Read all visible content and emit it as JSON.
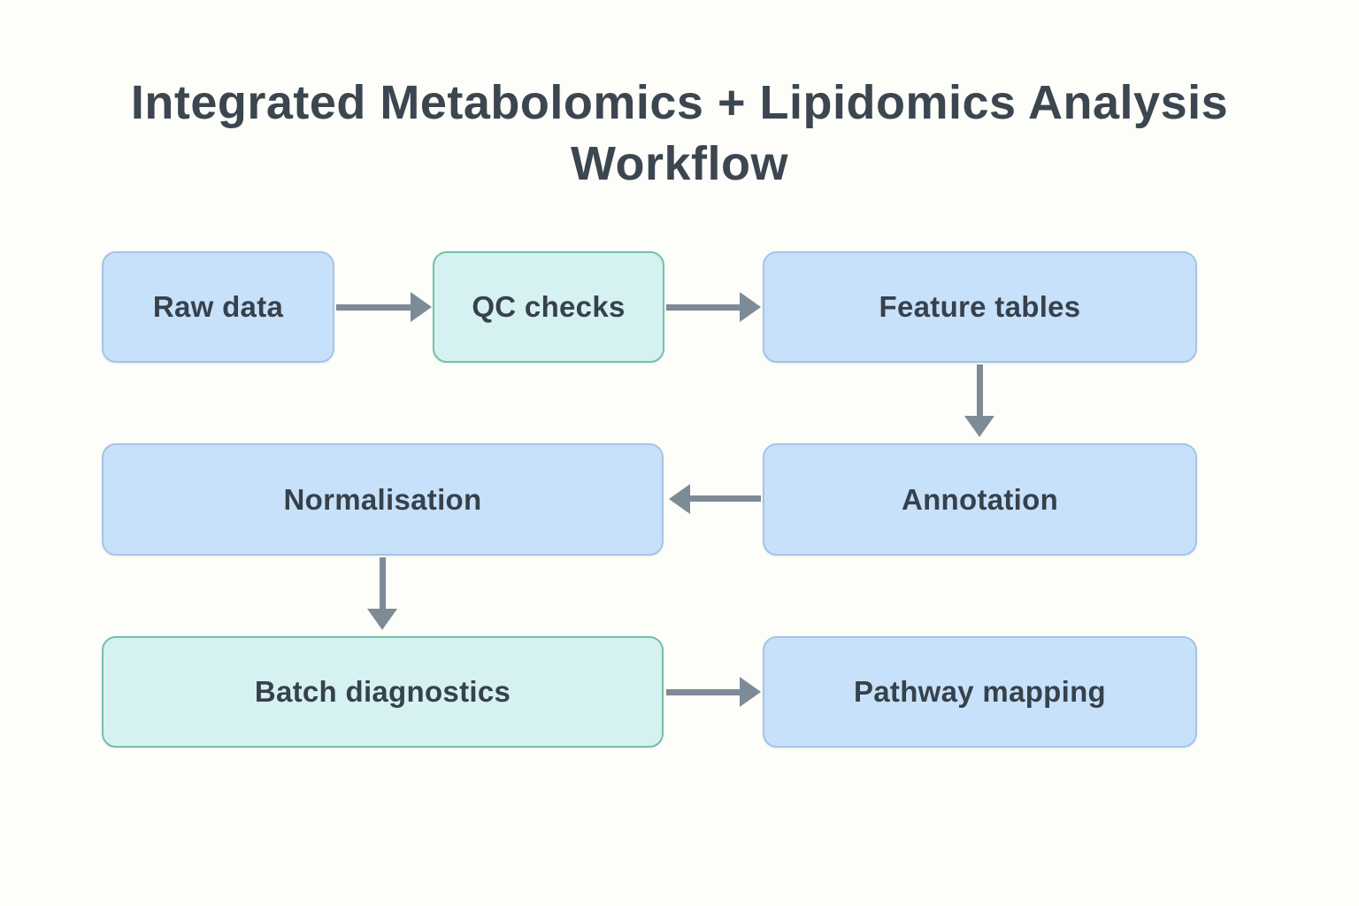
{
  "title": {
    "line1": "Integrated Metabolomics + Lipidomics Analysis",
    "line2": "Workflow",
    "full": "Integrated Metabolomics + Lipidomics Analysis Workflow"
  },
  "colors": {
    "background": "#fdfdf9",
    "box_blue_fill": "#c8e1fa",
    "box_blue_border": "#a6c4e6",
    "box_teal_fill": "#d6f1f2",
    "box_teal_border": "#74c1a6",
    "title_text": "#3c4650",
    "node_text": "#37414b",
    "arrow": "#7d8b96"
  },
  "nodes": [
    {
      "id": "raw-data",
      "label": "Raw data",
      "style": "blue"
    },
    {
      "id": "qc-checks",
      "label": "QC checks",
      "style": "teal"
    },
    {
      "id": "feature-tables",
      "label": "Feature tables",
      "style": "blue"
    },
    {
      "id": "normalisation",
      "label": "Normalisation",
      "style": "blue"
    },
    {
      "id": "annotation",
      "label": "Annotation",
      "style": "blue"
    },
    {
      "id": "batch-diagnostics",
      "label": "Batch diagnostics",
      "style": "teal"
    },
    {
      "id": "pathway-mapping",
      "label": "Pathway mapping",
      "style": "blue"
    }
  ],
  "edges": [
    {
      "from": "raw-data",
      "to": "qc-checks",
      "direction": "right"
    },
    {
      "from": "qc-checks",
      "to": "feature-tables",
      "direction": "right"
    },
    {
      "from": "feature-tables",
      "to": "annotation",
      "direction": "down"
    },
    {
      "from": "annotation",
      "to": "normalisation",
      "direction": "left"
    },
    {
      "from": "normalisation",
      "to": "batch-diagnostics",
      "direction": "down"
    },
    {
      "from": "batch-diagnostics",
      "to": "pathway-mapping",
      "direction": "right"
    }
  ]
}
